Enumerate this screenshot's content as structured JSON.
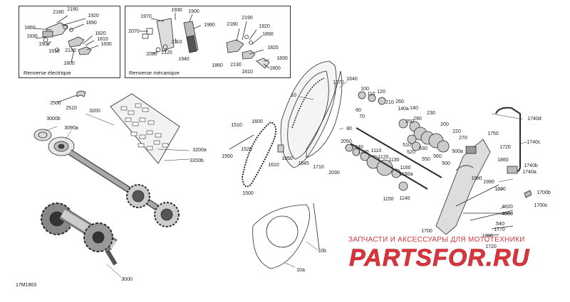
{
  "insets": {
    "electric_caption": "Renverse électrique",
    "mechanical_caption": "Renverse mécanique"
  },
  "diagram_code": "17M1903",
  "watermark": {
    "subtitle": "ЗАПЧАСТИ И АКСЕССУАРЫ ДЛЯ МОТОТЕХНИКИ",
    "logo_text": "PARTSFOR.RU",
    "color": "#d9353d"
  },
  "callouts": [
    {
      "id": "c2180a",
      "text": "2180"
    },
    {
      "id": "c2190a",
      "text": "2190"
    },
    {
      "id": "c1920a",
      "text": "1920"
    },
    {
      "id": "c1890a",
      "text": "1890"
    },
    {
      "id": "c1860a",
      "text": "1860"
    },
    {
      "id": "c1930a",
      "text": "1930"
    },
    {
      "id": "c1820a",
      "text": "1820"
    },
    {
      "id": "c1810a",
      "text": "1810"
    },
    {
      "id": "c1830a",
      "text": "1830"
    },
    {
      "id": "c1900a",
      "text": "1900"
    },
    {
      "id": "c1910a",
      "text": "1910"
    },
    {
      "id": "c2130a",
      "text": "2130"
    },
    {
      "id": "c1800a",
      "text": "1800"
    },
    {
      "id": "c1930b",
      "text": "1930"
    },
    {
      "id": "c1970",
      "text": "1970"
    },
    {
      "id": "c1900b",
      "text": "1900"
    },
    {
      "id": "c2070",
      "text": "2070"
    },
    {
      "id": "c1960",
      "text": "1960"
    },
    {
      "id": "c2180b",
      "text": "2180"
    },
    {
      "id": "c2190b",
      "text": "2190"
    },
    {
      "id": "c1920b",
      "text": "1920"
    },
    {
      "id": "c1890b",
      "text": "1890"
    },
    {
      "id": "c2110",
      "text": "2110"
    },
    {
      "id": "c2090",
      "text": "2090"
    },
    {
      "id": "c2120",
      "text": "2120"
    },
    {
      "id": "c1940",
      "text": "1940"
    },
    {
      "id": "c1820b",
      "text": "1820"
    },
    {
      "id": "c1830b",
      "text": "1830"
    },
    {
      "id": "c1860b",
      "text": "1860"
    },
    {
      "id": "c2130b",
      "text": "2130"
    },
    {
      "id": "c1800b",
      "text": "1800"
    },
    {
      "id": "c1810b",
      "text": "1810"
    },
    {
      "id": "c2500",
      "text": "2500"
    },
    {
      "id": "c2510",
      "text": "2510"
    },
    {
      "id": "c3200",
      "text": "3200"
    },
    {
      "id": "c3000b",
      "text": "3000b"
    },
    {
      "id": "c3090a",
      "text": "3090a"
    },
    {
      "id": "c3200a",
      "text": "3200a"
    },
    {
      "id": "c3200b",
      "text": "3200b"
    },
    {
      "id": "c3000",
      "text": "3000"
    },
    {
      "id": "c1640",
      "text": "1640"
    },
    {
      "id": "c1670",
      "text": "1670"
    },
    {
      "id": "c10",
      "text": "10"
    },
    {
      "id": "c100",
      "text": "100"
    },
    {
      "id": "c110",
      "text": "110"
    },
    {
      "id": "c120",
      "text": "120"
    },
    {
      "id": "c60",
      "text": "60"
    },
    {
      "id": "c70",
      "text": "70"
    },
    {
      "id": "c80",
      "text": "80"
    },
    {
      "id": "c210",
      "text": "210"
    },
    {
      "id": "c260",
      "text": "260"
    },
    {
      "id": "c140a",
      "text": "140a"
    },
    {
      "id": "c140",
      "text": "140"
    },
    {
      "id": "c230",
      "text": "230"
    },
    {
      "id": "c250",
      "text": "250"
    },
    {
      "id": "c290",
      "text": "290"
    },
    {
      "id": "c510",
      "text": "510"
    },
    {
      "id": "c520",
      "text": "520"
    },
    {
      "id": "c530",
      "text": "530"
    },
    {
      "id": "c550",
      "text": "550"
    },
    {
      "id": "c560",
      "text": "560"
    },
    {
      "id": "c200",
      "text": "200"
    },
    {
      "id": "c220",
      "text": "220"
    },
    {
      "id": "c270",
      "text": "270"
    },
    {
      "id": "c500a",
      "text": "500a"
    },
    {
      "id": "c500",
      "text": "500"
    },
    {
      "id": "c1510",
      "text": "1510"
    },
    {
      "id": "c1600",
      "text": "1600"
    },
    {
      "id": "c1520",
      "text": "1520"
    },
    {
      "id": "c1550",
      "text": "1550"
    },
    {
      "id": "c1610",
      "text": "1610"
    },
    {
      "id": "c1650",
      "text": "1650"
    },
    {
      "id": "c1545",
      "text": "1545"
    },
    {
      "id": "c1710",
      "text": "1710"
    },
    {
      "id": "c1500",
      "text": "1500"
    },
    {
      "id": "c2050",
      "text": "2050"
    },
    {
      "id": "c2040",
      "text": "2040"
    },
    {
      "id": "c1100",
      "text": "1100"
    },
    {
      "id": "c1110",
      "text": "1110"
    },
    {
      "id": "c1120",
      "text": "1120"
    },
    {
      "id": "c1130",
      "text": "1130"
    },
    {
      "id": "c2030",
      "text": "2030"
    },
    {
      "id": "c1160",
      "text": "1160"
    },
    {
      "id": "c1160a",
      "text": "1160a"
    },
    {
      "id": "c1150",
      "text": "1150"
    },
    {
      "id": "c1140",
      "text": "1140"
    },
    {
      "id": "c1740d",
      "text": "1740d"
    },
    {
      "id": "c1750",
      "text": "1750"
    },
    {
      "id": "c1740c",
      "text": "1740c"
    },
    {
      "id": "c1720",
      "text": "1720"
    },
    {
      "id": "c1860c",
      "text": "1860"
    },
    {
      "id": "c1740b",
      "text": "1740b"
    },
    {
      "id": "c1740a",
      "text": "1740a"
    },
    {
      "id": "c1980",
      "text": "1980"
    },
    {
      "id": "c1990",
      "text": "1990"
    },
    {
      "id": "c1690",
      "text": "1690"
    },
    {
      "id": "c1700b",
      "text": "1700b"
    },
    {
      "id": "c1700c",
      "text": "1700c"
    },
    {
      "id": "c4020",
      "text": "4020"
    },
    {
      "id": "c4000",
      "text": "4000"
    },
    {
      "id": "c540",
      "text": "540"
    },
    {
      "id": "c1770",
      "text": "1770"
    },
    {
      "id": "c1700",
      "text": "1700"
    },
    {
      "id": "c1780",
      "text": "1780"
    },
    {
      "id": "c1720b",
      "text": "1720"
    },
    {
      "id": "c10b",
      "text": "10b"
    },
    {
      "id": "c10a",
      "text": "10a"
    }
  ]
}
